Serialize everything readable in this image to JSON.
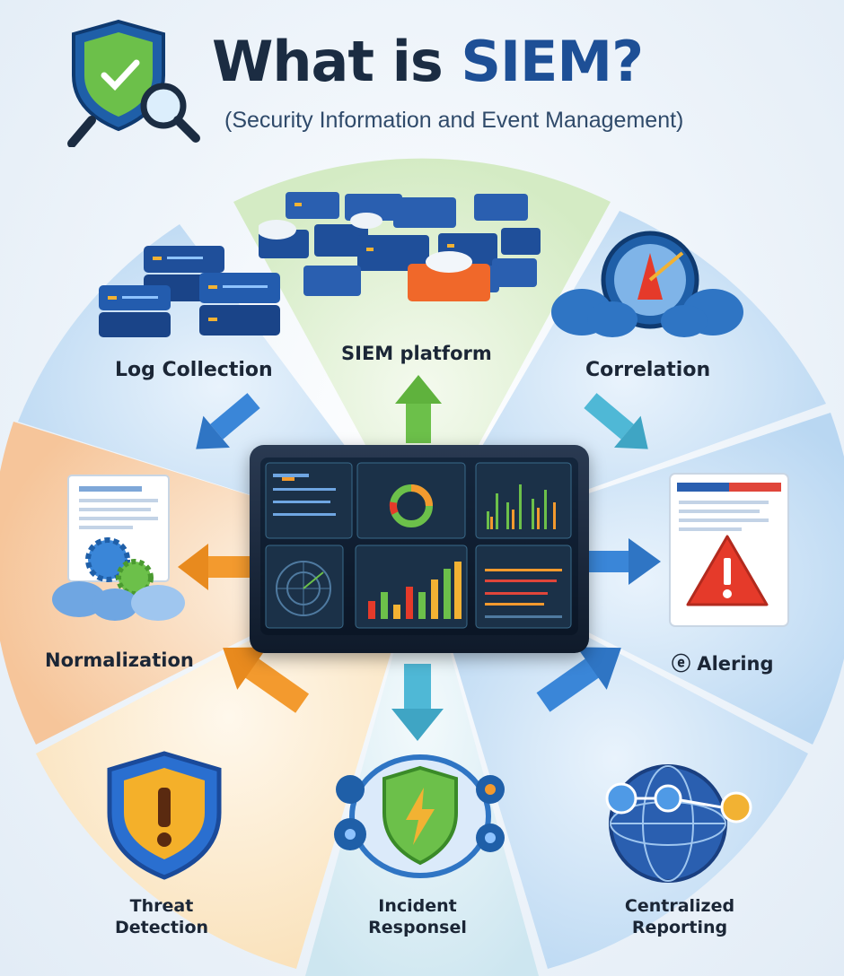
{
  "header": {
    "title_prefix": "What is ",
    "title_accent": "SIEM?",
    "subtitle": "(Security Information and Event Management)"
  },
  "sections": {
    "log_collection": "Log Collection",
    "siem_platform": "SIEM platform",
    "correlation": "Correlation",
    "normalization": "Normalization",
    "alerting": "ⓔ Alering",
    "threat_detection_line1": "Threat",
    "threat_detection_line2": "Detection",
    "incident_response_line1": "Incident",
    "incident_response_line2": "Responsel",
    "centralized_reporting_line1": "Centralized",
    "centralized_reporting_line2": "Reporting"
  },
  "icons": [
    "shield-magnifier-icon",
    "server-stack-icon",
    "cloud-server-icon",
    "cloud-gauge-icon",
    "document-gears-icon",
    "dashboard-monitor-icon",
    "warning-document-icon",
    "warning-shield-icon",
    "lightning-shield-icon",
    "globe-network-icon"
  ],
  "colors": {
    "title": "#1b2c42",
    "accent": "#1d4f96",
    "arrow_blue": "#3a86d8",
    "arrow_green": "#6cc04a",
    "arrow_orange": "#f39a2e",
    "arrow_teal": "#4fb8d6"
  }
}
